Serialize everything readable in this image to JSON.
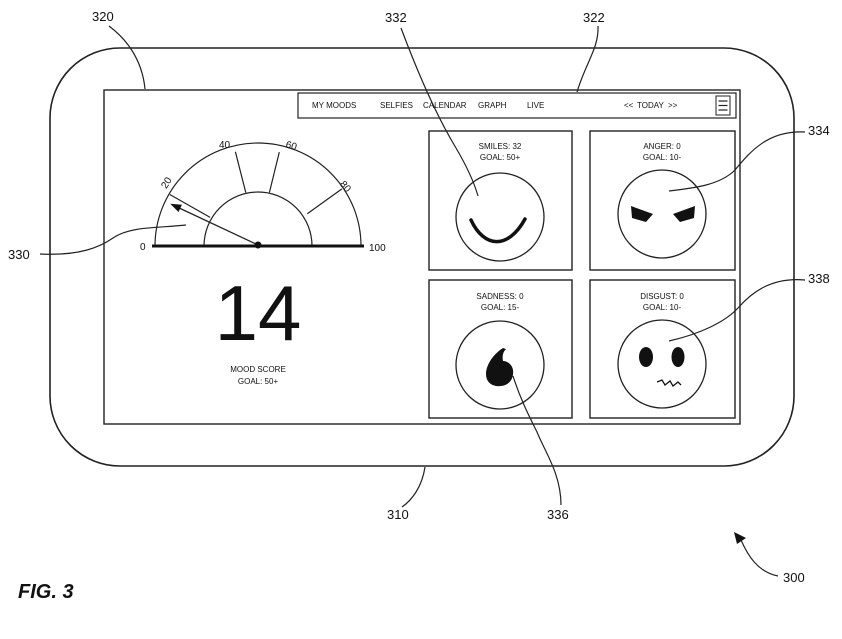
{
  "reference_numerals": {
    "device": "310",
    "screen": "320",
    "nav_bar": "322",
    "mood_gauge": "330",
    "smiles_tile": "332",
    "anger_tile": "334",
    "sadness_tile": "336",
    "disgust_tile": "338",
    "system": "300"
  },
  "figure_label": "FIG. 3",
  "nav": {
    "items": [
      "MY MOODS",
      "SELFIES",
      "CALENDAR",
      "GRAPH",
      "LIVE"
    ],
    "prev": "<<",
    "date": "TODAY",
    "next": ">>",
    "menu_icon": "hamburger-menu-icon"
  },
  "gauge": {
    "labels": [
      "0",
      "20",
      "40",
      "60",
      "80",
      "100"
    ],
    "min": 0,
    "max": 100,
    "needle_value": 14
  },
  "mood_score": {
    "value": "14",
    "label": "MOOD SCORE",
    "goal": "GOAL: 50+"
  },
  "tiles": [
    {
      "title": "SMILES: 32",
      "goal": "GOAL: 50+",
      "icon": "smile-face-icon"
    },
    {
      "title": "ANGER: 0",
      "goal": "GOAL: 10-",
      "icon": "angry-eyes-icon"
    },
    {
      "title": "SADNESS: 0",
      "goal": "GOAL: 15-",
      "icon": "teardrop-icon"
    },
    {
      "title": "DISGUST: 0",
      "goal": "GOAL: 10-",
      "icon": "disgust-face-icon"
    }
  ]
}
